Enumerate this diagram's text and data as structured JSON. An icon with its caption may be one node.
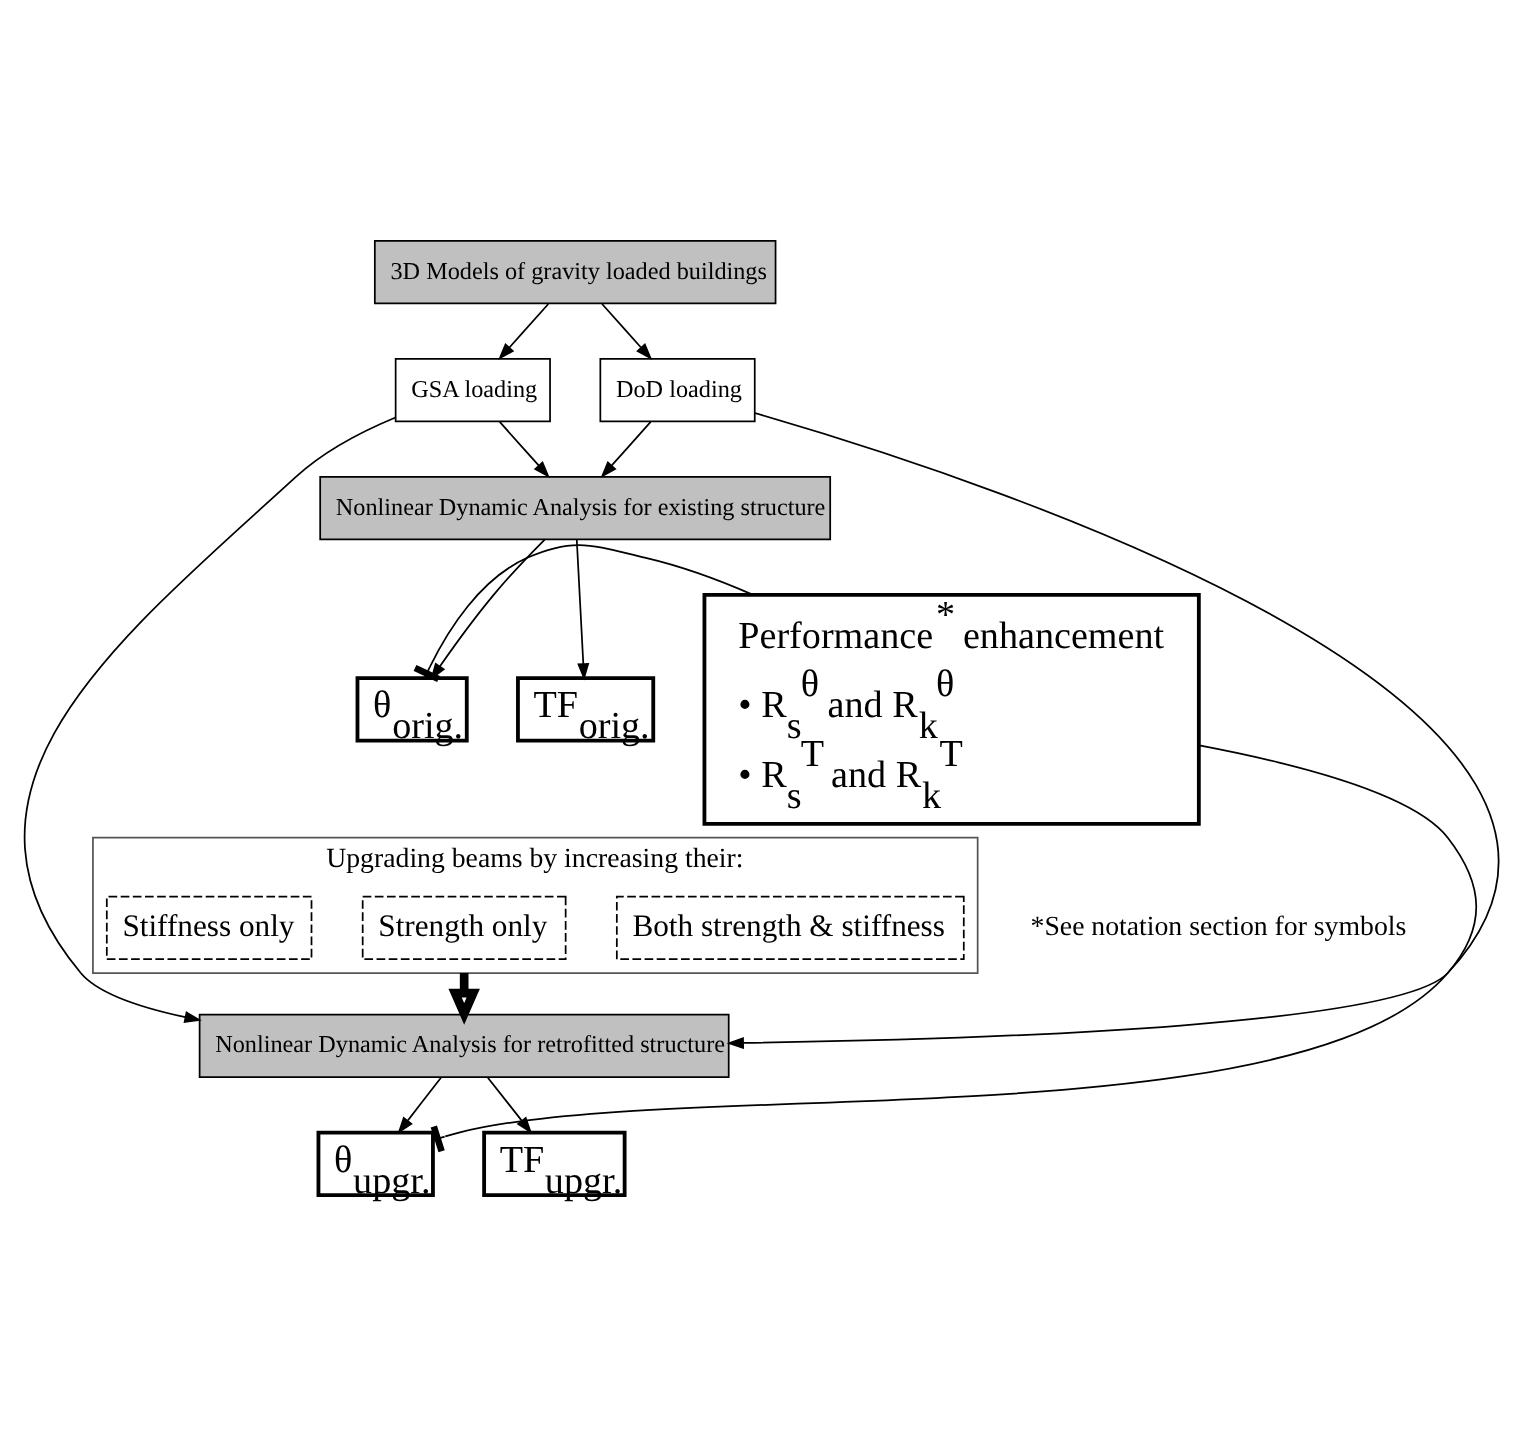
{
  "diagram": {
    "nodes": [
      {
        "text": [
          "3D Models of gravity loaded buildings"
        ]
      },
      {
        "text": [
          "GSA loading"
        ]
      },
      {
        "text": [
          "DoD loading"
        ]
      },
      {
        "text": [
          "Nonlinear Dynamic Analysis for existing structure"
        ]
      },
      {
        "text": [
          "θ$_{orig.}$"
        ]
      },
      {
        "text": [
          "TF$_{orig.}$"
        ]
      },
      {
        "text": [
          "Performance$^{*}$ enhancement",
          "• R$_{s}$$^{θ}$ and R$_{k}$$^{θ}$",
          "• R$_{s}$$^{T}$ and R$_{k}$$^{T}$"
        ]
      },
      {
        "text": [
          "Upgrading beams by increasing their:"
        ]
      },
      {
        "text": [
          "Stiffness only"
        ],
        "in": 7
      },
      {
        "text": [
          "Strength only"
        ],
        "in": 7
      },
      {
        "text": [
          "Both strength & stiffness"
        ],
        "in": 7
      },
      {
        "text": [
          "Nonlinear Dynamic Analysis for retrofitted structure"
        ]
      },
      {
        "text": [
          "θ$_{upgr.}$"
        ]
      },
      {
        "text": [
          "TF$_{upgr.}$"
        ]
      }
    ],
    "edges": [
      {
        "from": 0,
        "to": 1,
        "arrow": "to"
      },
      {
        "from": 0,
        "to": 2,
        "arrow": "to"
      },
      {
        "from": 1,
        "to": 3,
        "arrow": "to"
      },
      {
        "from": 2,
        "to": 3,
        "arrow": "to"
      },
      {
        "from": 3,
        "to": 4,
        "arrow": "to"
      },
      {
        "from": 3,
        "to": 5,
        "arrow": "to"
      },
      {
        "from": 6,
        "to": 4,
        "arrow": "other"
      },
      {
        "from": 1,
        "to": 11,
        "arrow": "to"
      },
      {
        "from": 2,
        "to": 11,
        "arrow": "to"
      },
      {
        "from": 7,
        "to": 11,
        "arrow": "to",
        "style": "thick"
      },
      {
        "from": 11,
        "to": 12,
        "arrow": "to"
      },
      {
        "from": 11,
        "to": 13,
        "arrow": "to"
      },
      {
        "from": 6,
        "to": 12,
        "arrow": "other"
      }
    ],
    "labels": [
      "*See notation section for symbols"
    ]
  }
}
